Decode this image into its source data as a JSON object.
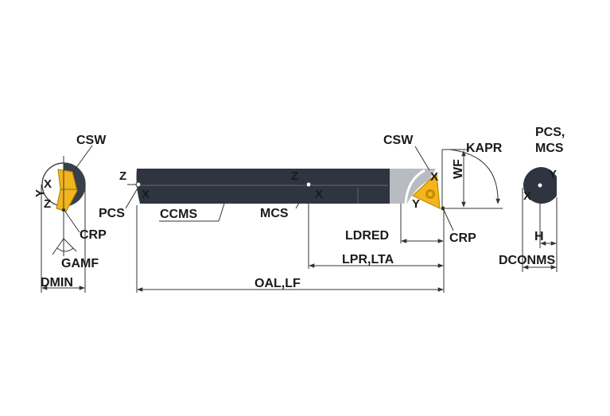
{
  "colors": {
    "body": "#2e3440",
    "body_highlight": "#5a616d",
    "steel": "#b8bcc2",
    "insert": "#f2b51c",
    "insert_dark": "#c48a00",
    "line": "#333333"
  },
  "labels": {
    "csw_left": "CSW",
    "crp_left": "CRP",
    "gamf": "GAMF",
    "dmin": "DMIN",
    "pcs_left": "PCS",
    "ccms": "CCMS",
    "mcs": "MCS",
    "csw_right": "CSW",
    "kapr": "KAPR",
    "wf": "WF",
    "ldred": "LDRED",
    "crp_right": "CRP",
    "lpr_lta": "LPR,LTA",
    "oal_lf": "OAL,LF",
    "pcs_mcs_line1": "PCS,",
    "pcs_mcs_line2": "MCS",
    "h": "H",
    "dconms": "DCONMS"
  },
  "axes": {
    "left_x": "X",
    "left_z": "Z",
    "left_y": "Y",
    "pcs_z": "Z",
    "pcs_x": "X",
    "mcs_z": "Z",
    "mcs_x": "X",
    "tip_x": "X",
    "tip_y": "Y",
    "end_y": "Y",
    "end_x": "X"
  }
}
